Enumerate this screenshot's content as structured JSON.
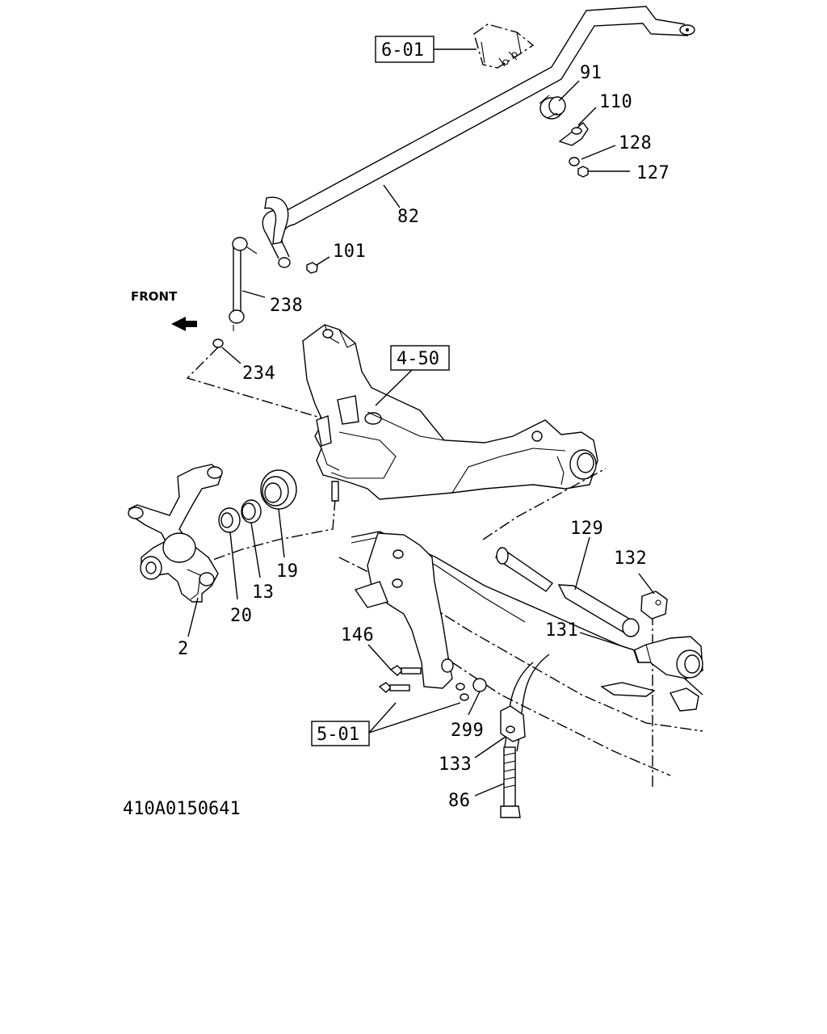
{
  "diagram": {
    "drawing_code": "410A0150641",
    "front_label": "FRONT",
    "reference_boxes": {
      "stabilizer_bracket": "6-01",
      "crossmember": "4-50",
      "frame": "5-01"
    },
    "callouts": {
      "c91": "91",
      "c110": "110",
      "c128": "128",
      "c127": "127",
      "c82": "82",
      "c101": "101",
      "c238": "238",
      "c234": "234",
      "c129": "129",
      "c132": "132",
      "c131": "131",
      "c19": "19",
      "c13": "13",
      "c20": "20",
      "c2": "2",
      "c146": "146",
      "c299": "299",
      "c133": "133",
      "c86": "86"
    }
  }
}
